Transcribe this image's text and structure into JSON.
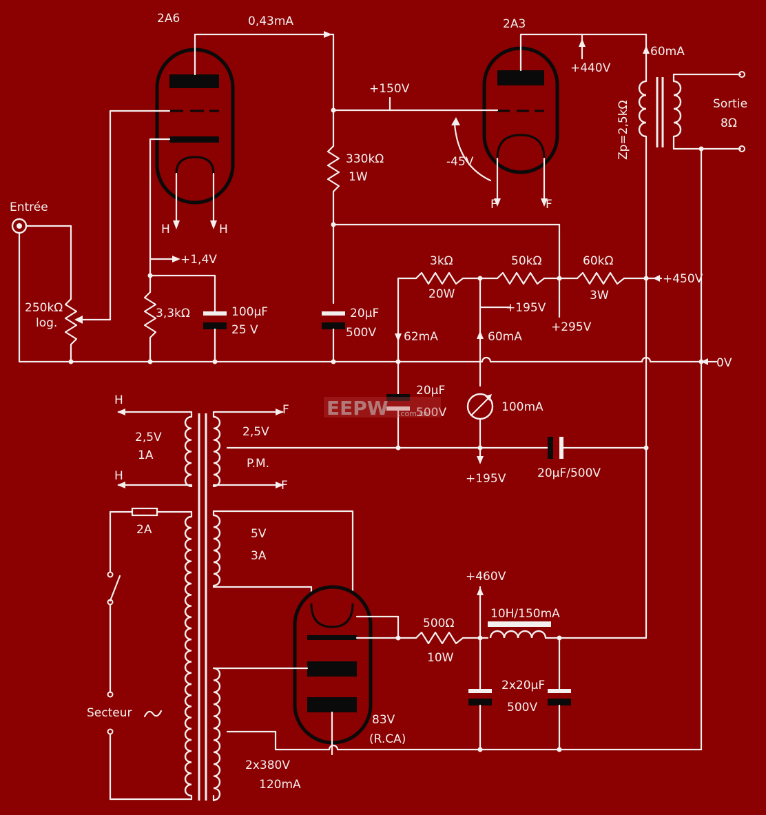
{
  "labels": {
    "tube_2a6": "2A6",
    "tube_2a3": "2A3",
    "tube_83v": "83V",
    "tube_83v_note": "(R.CA)",
    "current_043": "0,43mA",
    "v_150": "+150V",
    "v_440": "+440V",
    "current_60_top": "60mA",
    "zp": "Zp=2,5kΩ",
    "sortie": "Sortie",
    "sortie_ohm": "8Ω",
    "v_neg45": "-45V",
    "f1": "F",
    "f2": "F",
    "h1": "H",
    "h2": "H",
    "entree": "Entrée",
    "r330": "330kΩ",
    "r330_w": "1W",
    "pot": "250kΩ",
    "pot_log": "log.",
    "v_14": "+1,4V",
    "r33": "3,3kΩ",
    "c100": "100μF",
    "c100_v": "25 V",
    "c20a": "20μF",
    "c20a_v": "500V",
    "r3k": "3kΩ",
    "r3k_w": "20W",
    "r50k": "50kΩ",
    "r60k": "60kΩ",
    "r60k_w": "3W",
    "v_450": "+450V",
    "v_195a": "+195V",
    "v_295": "+295V",
    "i_62": "62mA",
    "i_60": "60mA",
    "zero_v": "0V",
    "c20b": "20μF",
    "c20b_v": "500V",
    "meter": "100mA",
    "v_195b": "+195V",
    "c20c": "20μF/500V",
    "heater_h1": "H",
    "heater_h2": "H",
    "heater_f1": "F",
    "heater_f2": "F",
    "w25_left": "2,5V",
    "w25_left_a": "1A",
    "w25_right": "2,5V",
    "pm": "P.M.",
    "fuse": "2A",
    "w5": "5V",
    "w5_a": "3A",
    "secteur": "Secteur",
    "w380": "2x380V",
    "w380_a": "120mA",
    "v_460": "+460V",
    "choke": "10H/150mA",
    "r500": "500Ω",
    "r500_w": "10W",
    "c2x20": "2x20μF",
    "c2x20_v": "500V"
  },
  "watermark": {
    "brand": "EEPW",
    "domain": ".com.cn"
  }
}
